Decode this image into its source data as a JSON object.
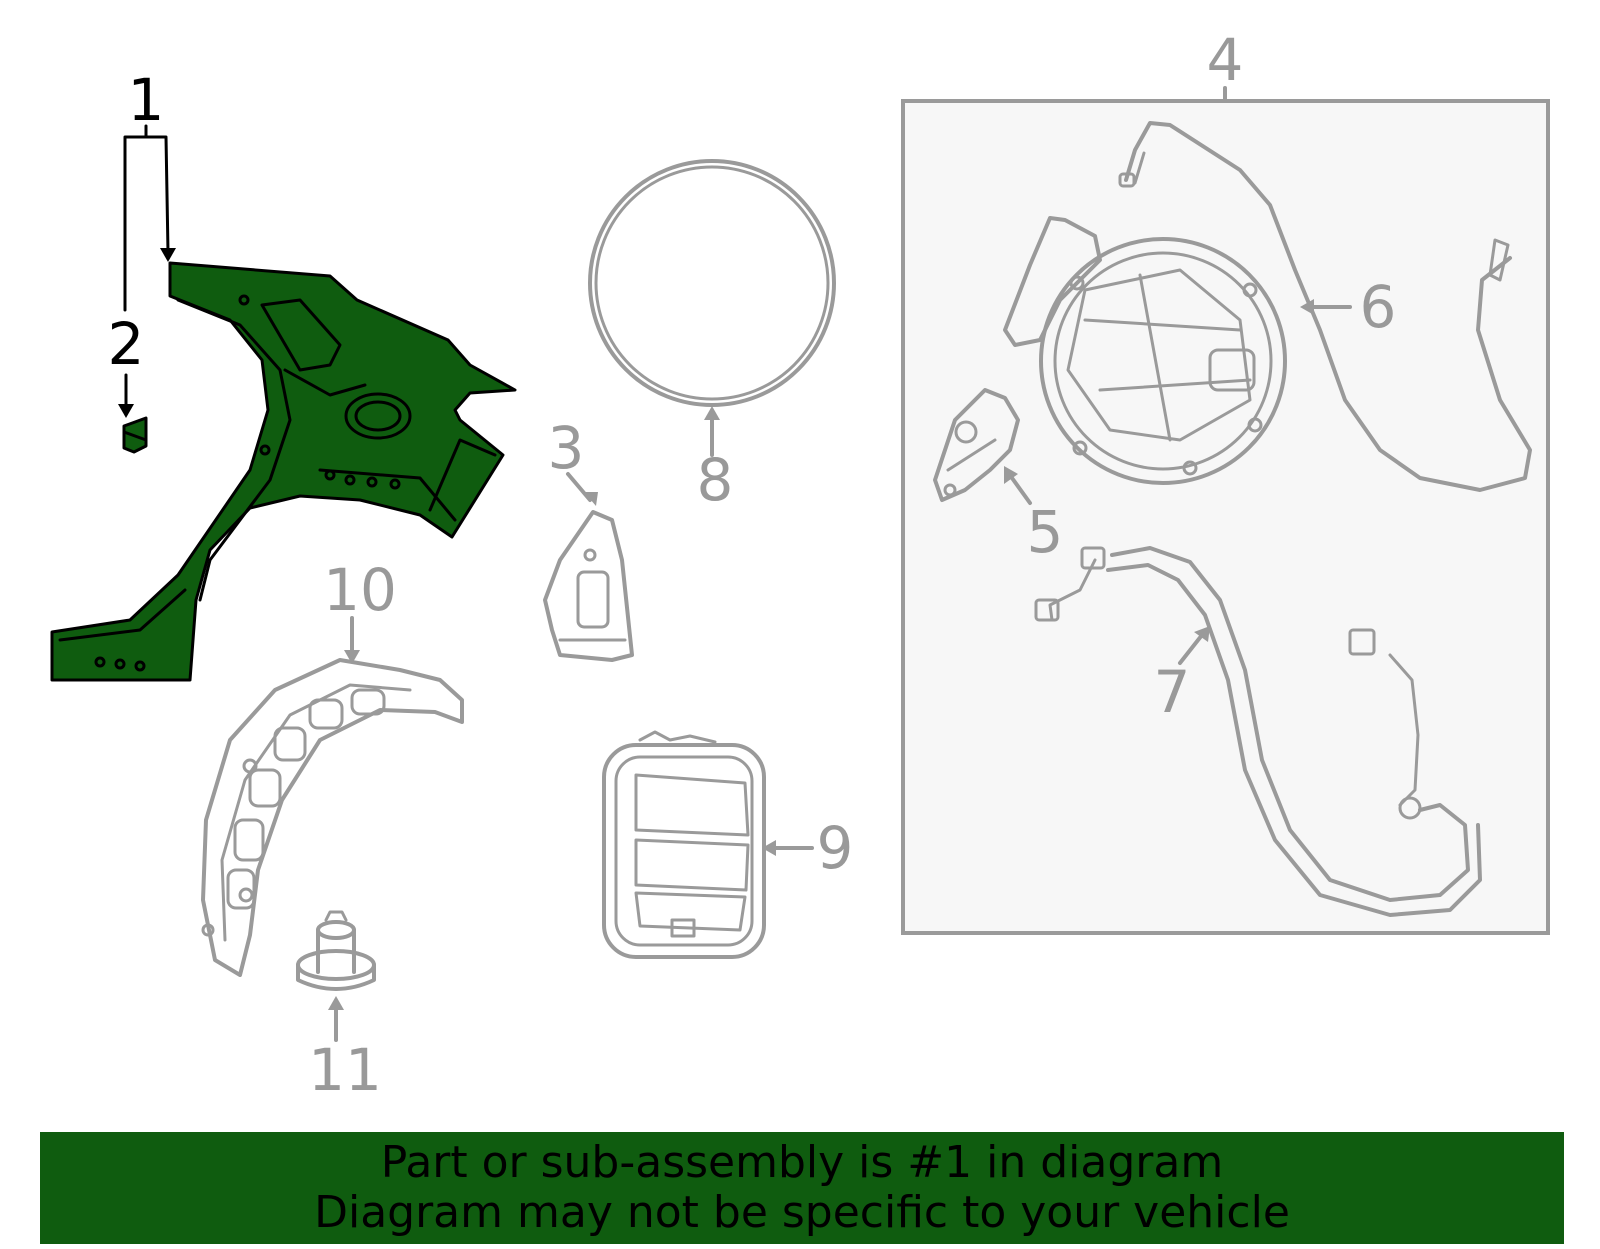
{
  "callouts": {
    "c1": "1",
    "c2": "2",
    "c3": "3",
    "c4": "4",
    "c5": "5",
    "c6": "6",
    "c7": "7",
    "c8": "8",
    "c9": "9",
    "c10": "10",
    "c11": "11"
  },
  "highlight_color": "#0f5c0f",
  "banner": {
    "line1": "Part or sub-assembly is #1 in diagram",
    "line2": "Diagram may not be specific to your vehicle",
    "background": "#0f5c0f"
  }
}
